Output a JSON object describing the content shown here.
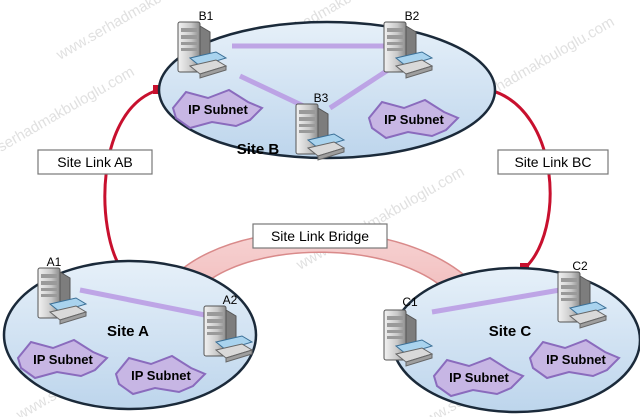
{
  "sites": {
    "a": {
      "label": "Site A",
      "servers": [
        "A1",
        "A2"
      ],
      "subnets": [
        "IP Subnet",
        "IP Subnet"
      ]
    },
    "b": {
      "label": "Site B",
      "servers": [
        "B1",
        "B2",
        "B3"
      ],
      "subnets": [
        "IP Subnet",
        "IP Subnet"
      ]
    },
    "c": {
      "label": "Site C",
      "servers": [
        "C1",
        "C2"
      ],
      "subnets": [
        "IP Subnet",
        "IP Subnet"
      ]
    }
  },
  "links": {
    "ab": "Site Link AB",
    "bc": "Site Link BC",
    "bridge": "Site Link Bridge"
  },
  "watermark": "www.serhadmakbuloglu.com",
  "colors": {
    "site_fill": "#d2e4f3",
    "site_stroke": "#1b2a3a",
    "subnet_fill": "#c7b6e4",
    "subnet_stroke": "#8a6bbd",
    "link_line": "#c8102e",
    "bridge_fill": "#f4c4c4",
    "replication_line": "#cdb6ea"
  }
}
